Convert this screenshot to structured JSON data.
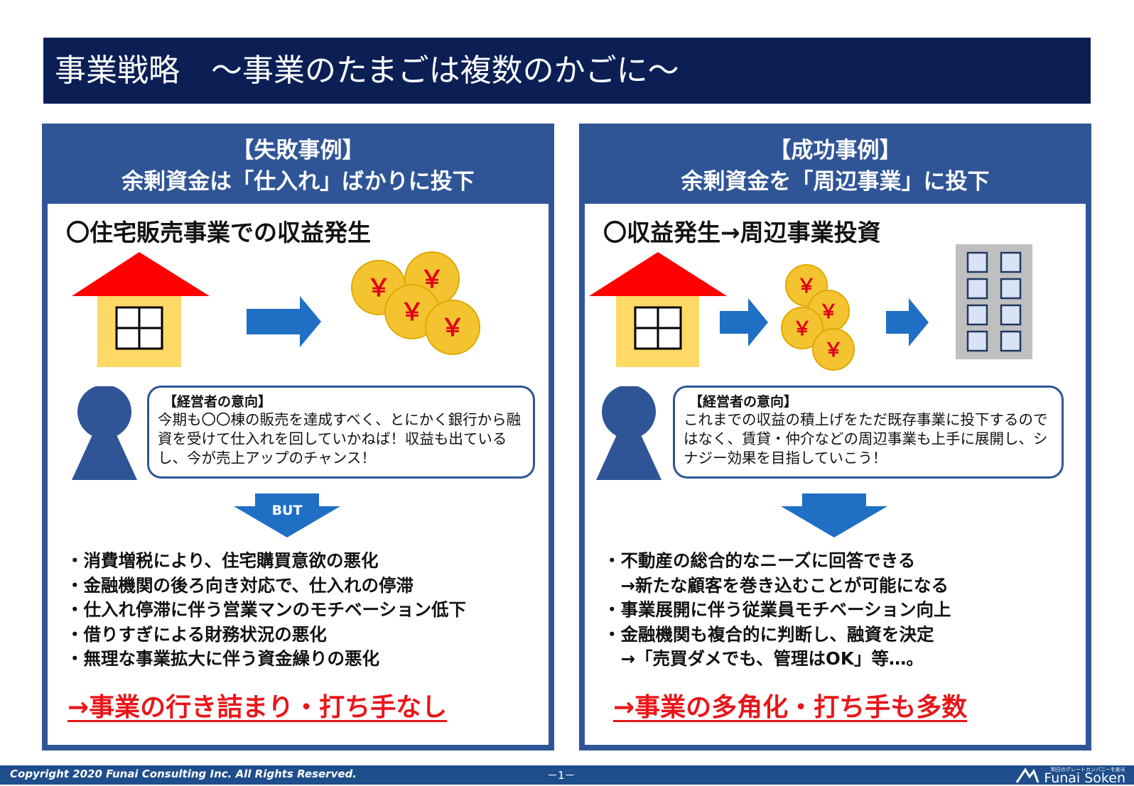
{
  "title": "事業戦略　～事業のたまごは複数のかごに～",
  "left": {
    "head1": "【失敗事例】",
    "head2": "余剰資金は「仕入れ」ばかりに投下",
    "section_title": "〇住宅販売事業での収益発生",
    "bubble_title": "【経営者の意向】",
    "bubble_text": "今期も〇〇棟の販売を達成すべく、とにかく銀行から融資を受けて仕入れを回していかねば！収益も出ているし、今が売上アップのチャンス！",
    "arrow_label": "BUT",
    "bullets": [
      "・消費増税により、住宅購買意欲の悪化",
      "・金融機関の後ろ向き対応で、仕入れの停滞",
      "・仕入れ停滞に伴う営業マンのモチベーション低下",
      "・借りすぎによる財務状況の悪化",
      "・無理な事業拡大に伴う資金繰りの悪化"
    ],
    "conclusion": "→事業の行き詰まり・打ち手なし"
  },
  "right": {
    "head1": "【成功事例】",
    "head2": "余剰資金を「周辺事業」に投下",
    "section_title": "〇収益発生→周辺事業投資",
    "bubble_title": "【経営者の意向】",
    "bubble_text": "これまでの収益の積上げをただ既存事業に投下するのではなく、賃貸・仲介などの周辺事業も上手に展開し、シナジー効果を目指していこう！",
    "bullets": [
      "・不動産の総合的なニーズに回答できる",
      "　→新たな顧客を巻き込むことが可能になる",
      "・事業展開に伴う従業員モチベーション向上",
      "・金融機関も複合的に判断し、融資を決定",
      "　→「売買ダメでも、管理はOK」等…。"
    ],
    "conclusion": "→事業の多角化・打ち手も多数"
  },
  "coin_symbol": "￥",
  "footer": {
    "copyright": "Copyright 2020  Funai Consulting Inc. All Rights Reserved.",
    "page": "－1－",
    "logo_tagline": "明日のグレートカンパニーを創る",
    "logo_name": "Funai Soken"
  },
  "colors": {
    "navy": "#0b1f55",
    "panel_blue": "#2f5597",
    "arrow_blue": "#1f6fc5",
    "roof_red": "#ff0000",
    "house_yellow": "#ffd966",
    "coin_gold": "#f4c430",
    "conclusion_red": "#e8161a"
  },
  "icons": [
    "house-icon",
    "arrow-right-icon",
    "yen-coins-icon",
    "person-icon",
    "down-arrow-icon",
    "building-icon"
  ]
}
